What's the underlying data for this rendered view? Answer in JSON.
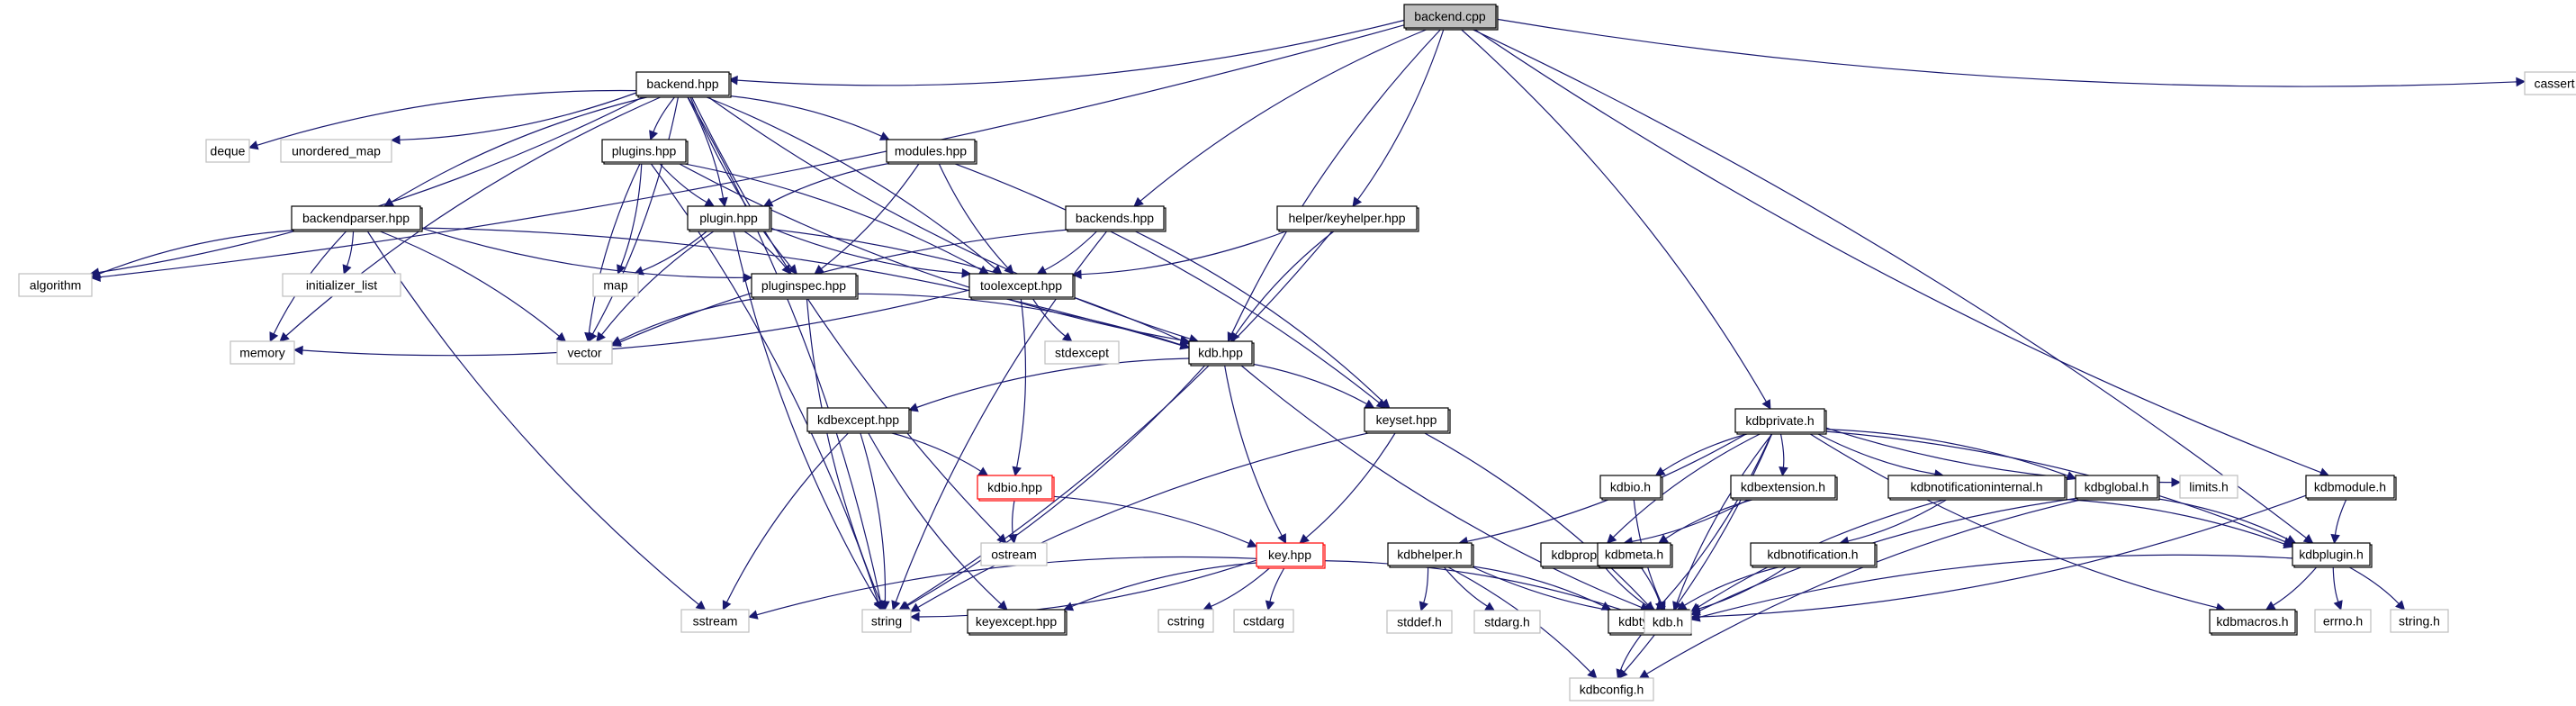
{
  "diagram": {
    "type": "include-dependency-graph",
    "root": "backend.cpp",
    "colors": {
      "edge": "#191970",
      "project_border": "#000000",
      "system_border": "#bfbfbf",
      "root_fill": "#bfbfbf",
      "incomplete_border": "#ff0000"
    },
    "nodes": [
      {
        "id": "backend_cpp",
        "label": "backend.cpp",
        "kind": "root"
      },
      {
        "id": "backend_hpp",
        "label": "backend.hpp",
        "kind": "project"
      },
      {
        "id": "cassert",
        "label": "cassert",
        "kind": "system"
      },
      {
        "id": "deque",
        "label": "deque",
        "kind": "system"
      },
      {
        "id": "unordered_map",
        "label": "unordered_map",
        "kind": "system"
      },
      {
        "id": "plugins_hpp",
        "label": "plugins.hpp",
        "kind": "project"
      },
      {
        "id": "modules_hpp",
        "label": "modules.hpp",
        "kind": "project"
      },
      {
        "id": "backendparser_hpp",
        "label": "backendparser.hpp",
        "kind": "project"
      },
      {
        "id": "plugin_hpp",
        "label": "plugin.hpp",
        "kind": "project"
      },
      {
        "id": "backends_hpp",
        "label": "backends.hpp",
        "kind": "project"
      },
      {
        "id": "keyhelper_hpp",
        "label": "helper/keyhelper.hpp",
        "kind": "project"
      },
      {
        "id": "algorithm",
        "label": "algorithm",
        "kind": "system"
      },
      {
        "id": "initializer_list",
        "label": "initializer_list",
        "kind": "system"
      },
      {
        "id": "map",
        "label": "map",
        "kind": "system"
      },
      {
        "id": "pluginspec_hpp",
        "label": "pluginspec.hpp",
        "kind": "project"
      },
      {
        "id": "toolexcept_hpp",
        "label": "toolexcept.hpp",
        "kind": "project"
      },
      {
        "id": "memory",
        "label": "memory",
        "kind": "system"
      },
      {
        "id": "vector",
        "label": "vector",
        "kind": "system"
      },
      {
        "id": "stdexcept",
        "label": "stdexcept",
        "kind": "system"
      },
      {
        "id": "kdb_hpp",
        "label": "kdb.hpp",
        "kind": "project"
      },
      {
        "id": "kdbexcept_hpp",
        "label": "kdbexcept.hpp",
        "kind": "project"
      },
      {
        "id": "keyset_hpp",
        "label": "keyset.hpp",
        "kind": "project"
      },
      {
        "id": "kdbprivate_h",
        "label": "kdbprivate.h",
        "kind": "project"
      },
      {
        "id": "kdbio_hpp",
        "label": "kdbio.hpp",
        "kind": "incomplete"
      },
      {
        "id": "ostream",
        "label": "ostream",
        "kind": "system"
      },
      {
        "id": "key_hpp",
        "label": "key.hpp",
        "kind": "incomplete"
      },
      {
        "id": "sstream",
        "label": "sstream",
        "kind": "system"
      },
      {
        "id": "string",
        "label": "string",
        "kind": "system"
      },
      {
        "id": "keyexcept_hpp",
        "label": "keyexcept.hpp",
        "kind": "project"
      },
      {
        "id": "cstring",
        "label": "cstring",
        "kind": "system"
      },
      {
        "id": "cstdarg",
        "label": "cstdarg",
        "kind": "system"
      },
      {
        "id": "kdbio_h",
        "label": "kdbio.h",
        "kind": "project"
      },
      {
        "id": "kdbextension_h",
        "label": "kdbextension.h",
        "kind": "project"
      },
      {
        "id": "kdbnotificationinternal_h",
        "label": "kdbnotificationinternal.h",
        "kind": "project"
      },
      {
        "id": "kdbglobal_h",
        "label": "kdbglobal.h",
        "kind": "project"
      },
      {
        "id": "limits_h",
        "label": "limits.h",
        "kind": "system"
      },
      {
        "id": "kdbmodule_h",
        "label": "kdbmodule.h",
        "kind": "project"
      },
      {
        "id": "kdbhelper_h",
        "label": "kdbhelper.h",
        "kind": "project"
      },
      {
        "id": "kdbproposal_h",
        "label": "kdbproposal.h",
        "kind": "project"
      },
      {
        "id": "kdbmeta_h",
        "label": "kdbmeta.h",
        "kind": "project"
      },
      {
        "id": "kdbnotification_h",
        "label": "kdbnotification.h",
        "kind": "project"
      },
      {
        "id": "kdbplugin_h",
        "label": "kdbplugin.h",
        "kind": "project"
      },
      {
        "id": "stddef_h",
        "label": "stddef.h",
        "kind": "system"
      },
      {
        "id": "stdarg_h",
        "label": "stdarg.h",
        "kind": "system"
      },
      {
        "id": "kdbtypes_h",
        "label": "kdbtypes.h",
        "kind": "project"
      },
      {
        "id": "kdb_h",
        "label": "kdb.h",
        "kind": "system"
      },
      {
        "id": "kdbmacros_h",
        "label": "kdbmacros.h",
        "kind": "project"
      },
      {
        "id": "errno_h",
        "label": "errno.h",
        "kind": "system"
      },
      {
        "id": "string_h",
        "label": "string.h",
        "kind": "system"
      },
      {
        "id": "kdbconfig_h",
        "label": "kdbconfig.h",
        "kind": "system"
      }
    ],
    "edges": [
      [
        "backend_cpp",
        "backend_hpp"
      ],
      [
        "backend_cpp",
        "cassert"
      ],
      [
        "backend_cpp",
        "algorithm"
      ],
      [
        "backend_cpp",
        "backends_hpp"
      ],
      [
        "backend_cpp",
        "keyhelper_hpp"
      ],
      [
        "backend_cpp",
        "kdb_hpp"
      ],
      [
        "backend_cpp",
        "kdbprivate_h"
      ],
      [
        "backend_cpp",
        "kdbmodule_h"
      ],
      [
        "backend_cpp",
        "kdbplugin_h"
      ],
      [
        "backend_hpp",
        "deque"
      ],
      [
        "backend_hpp",
        "unordered_map"
      ],
      [
        "backend_hpp",
        "plugins_hpp"
      ],
      [
        "backend_hpp",
        "modules_hpp"
      ],
      [
        "backend_hpp",
        "backendparser_hpp"
      ],
      [
        "backend_hpp",
        "plugin_hpp"
      ],
      [
        "backend_hpp",
        "pluginspec_hpp"
      ],
      [
        "backend_hpp",
        "toolexcept_hpp"
      ],
      [
        "backend_hpp",
        "kdb_hpp"
      ],
      [
        "backend_hpp",
        "algorithm"
      ],
      [
        "backend_hpp",
        "memory"
      ],
      [
        "backend_hpp",
        "vector"
      ],
      [
        "backend_hpp",
        "ostream"
      ],
      [
        "backend_hpp",
        "string"
      ],
      [
        "plugins_hpp",
        "plugin_hpp"
      ],
      [
        "plugins_hpp",
        "map"
      ],
      [
        "plugins_hpp",
        "vector"
      ],
      [
        "plugins_hpp",
        "toolexcept_hpp"
      ],
      [
        "plugins_hpp",
        "kdb_hpp"
      ],
      [
        "plugins_hpp",
        "string"
      ],
      [
        "modules_hpp",
        "plugin_hpp"
      ],
      [
        "modules_hpp",
        "pluginspec_hpp"
      ],
      [
        "modules_hpp",
        "toolexcept_hpp"
      ],
      [
        "modules_hpp",
        "keyset_hpp"
      ],
      [
        "backendparser_hpp",
        "algorithm"
      ],
      [
        "backendparser_hpp",
        "initializer_list"
      ],
      [
        "backendparser_hpp",
        "memory"
      ],
      [
        "backendparser_hpp",
        "vector"
      ],
      [
        "backendparser_hpp",
        "pluginspec_hpp"
      ],
      [
        "backendparser_hpp",
        "kdb_hpp"
      ],
      [
        "backendparser_hpp",
        "sstream"
      ],
      [
        "plugin_hpp",
        "map"
      ],
      [
        "plugin_hpp",
        "vector"
      ],
      [
        "plugin_hpp",
        "pluginspec_hpp"
      ],
      [
        "plugin_hpp",
        "toolexcept_hpp"
      ],
      [
        "plugin_hpp",
        "kdb_hpp"
      ],
      [
        "plugin_hpp",
        "string"
      ],
      [
        "backends_hpp",
        "toolexcept_hpp"
      ],
      [
        "backends_hpp",
        "vector"
      ],
      [
        "backends_hpp",
        "keyset_hpp"
      ],
      [
        "backends_hpp",
        "string"
      ],
      [
        "keyhelper_hpp",
        "toolexcept_hpp"
      ],
      [
        "keyhelper_hpp",
        "kdb_hpp"
      ],
      [
        "keyhelper_hpp",
        "string"
      ],
      [
        "pluginspec_hpp",
        "vector"
      ],
      [
        "pluginspec_hpp",
        "kdb_hpp"
      ],
      [
        "pluginspec_hpp",
        "string"
      ],
      [
        "toolexcept_hpp",
        "memory"
      ],
      [
        "toolexcept_hpp",
        "stdexcept"
      ],
      [
        "toolexcept_hpp",
        "kdbio_hpp"
      ],
      [
        "kdb_hpp",
        "kdbexcept_hpp"
      ],
      [
        "kdb_hpp",
        "keyset_hpp"
      ],
      [
        "kdb_hpp",
        "key_hpp"
      ],
      [
        "kdb_hpp",
        "string"
      ],
      [
        "kdb_hpp",
        "kdb_h"
      ],
      [
        "kdbexcept_hpp",
        "kdbio_hpp"
      ],
      [
        "kdbexcept_hpp",
        "sstream"
      ],
      [
        "kdbexcept_hpp",
        "string"
      ],
      [
        "kdbexcept_hpp",
        "keyexcept_hpp"
      ],
      [
        "keyset_hpp",
        "key_hpp"
      ],
      [
        "keyset_hpp",
        "string"
      ],
      [
        "keyset_hpp",
        "kdb_h"
      ],
      [
        "kdbio_hpp",
        "ostream"
      ],
      [
        "kdbio_hpp",
        "key_hpp"
      ],
      [
        "key_hpp",
        "sstream"
      ],
      [
        "key_hpp",
        "string"
      ],
      [
        "key_hpp",
        "keyexcept_hpp"
      ],
      [
        "key_hpp",
        "cstring"
      ],
      [
        "key_hpp",
        "cstdarg"
      ],
      [
        "key_hpp",
        "kdb_h"
      ],
      [
        "kdbprivate_h",
        "kdbio_h"
      ],
      [
        "kdbprivate_h",
        "kdbextension_h"
      ],
      [
        "kdbprivate_h",
        "kdbnotificationinternal_h"
      ],
      [
        "kdbprivate_h",
        "kdbglobal_h"
      ],
      [
        "kdbprivate_h",
        "limits_h"
      ],
      [
        "kdbprivate_h",
        "kdbhelper_h"
      ],
      [
        "kdbprivate_h",
        "kdbproposal_h"
      ],
      [
        "kdbprivate_h",
        "kdbtypes_h"
      ],
      [
        "kdbprivate_h",
        "kdb_h"
      ],
      [
        "kdbprivate_h",
        "kdbplugin_h"
      ],
      [
        "kdbprivate_h",
        "kdbmacros_h"
      ],
      [
        "kdbprivate_h",
        "kdbconfig_h"
      ],
      [
        "kdbio_h",
        "kdb_h"
      ],
      [
        "kdbextension_h",
        "kdbproposal_h"
      ],
      [
        "kdbextension_h",
        "kdbmeta_h"
      ],
      [
        "kdbnotificationinternal_h",
        "kdbnotification_h"
      ],
      [
        "kdbnotificationinternal_h",
        "kdb_h"
      ],
      [
        "kdbnotificationinternal_h",
        "kdbplugin_h"
      ],
      [
        "kdbglobal_h",
        "kdb_h"
      ],
      [
        "kdbglobal_h",
        "kdbplugin_h"
      ],
      [
        "kdbglobal_h",
        "kdbconfig_h"
      ],
      [
        "kdbmodule_h",
        "kdb_h"
      ],
      [
        "kdbmodule_h",
        "kdbplugin_h"
      ],
      [
        "kdbhelper_h",
        "stddef_h"
      ],
      [
        "kdbhelper_h",
        "stdarg_h"
      ],
      [
        "kdbhelper_h",
        "kdbtypes_h"
      ],
      [
        "kdbhelper_h",
        "kdb_h"
      ],
      [
        "kdbhelper_h",
        "kdbconfig_h"
      ],
      [
        "kdbproposal_h",
        "kdb_h"
      ],
      [
        "kdbmeta_h",
        "kdb_h"
      ],
      [
        "kdbnotification_h",
        "kdbtypes_h"
      ],
      [
        "kdbnotification_h",
        "kdb_h"
      ],
      [
        "kdbplugin_h",
        "kdb_h"
      ],
      [
        "kdbplugin_h",
        "kdbmacros_h"
      ],
      [
        "kdbplugin_h",
        "errno_h"
      ],
      [
        "kdbplugin_h",
        "string_h"
      ],
      [
        "kdbtypes_h",
        "kdbconfig_h"
      ]
    ]
  }
}
